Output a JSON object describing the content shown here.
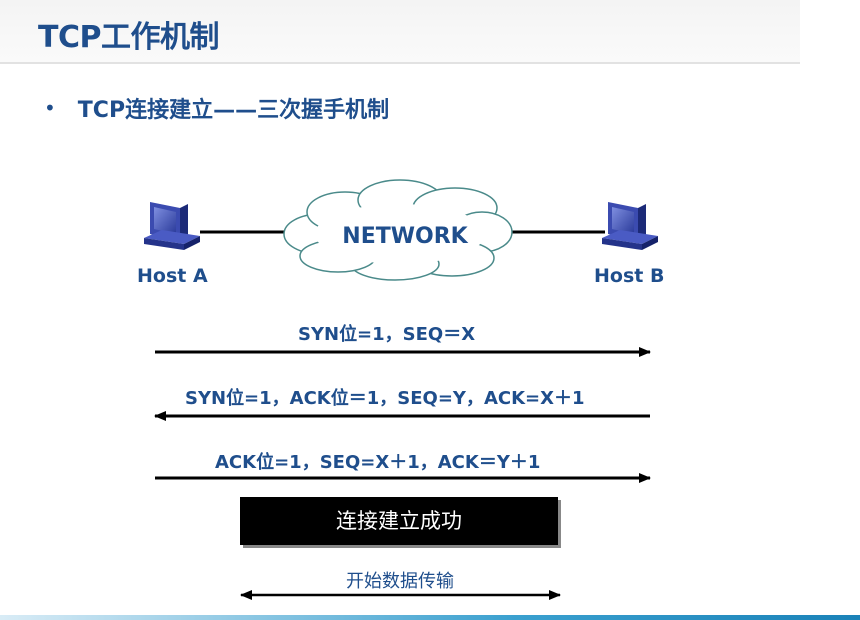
{
  "slide": {
    "title": "TCP工作机制"
  },
  "bullet": {
    "marker": "•",
    "text": "TCP连接建立——三次握手机制"
  },
  "network": {
    "host_a": "Host A",
    "host_b": "Host B",
    "cloud": "NETWORK",
    "icons": {
      "host_a": "computer-icon",
      "host_b": "computer-icon",
      "cloud": "cloud-icon"
    }
  },
  "handshake": {
    "step1": "SYN位=1，SEQ＝X",
    "step2": "SYN位=1，ACK位＝1，SEQ=Y，ACK=X＋1",
    "step3": "ACK位=1，SEQ=X＋1，ACK＝Y＋1"
  },
  "result": {
    "established": "连接建立成功",
    "transfer": "开始数据传输"
  },
  "colors": {
    "text": "#1f4e8c",
    "arrow": "#000000",
    "box": "#000000",
    "box_text": "#ffffff"
  }
}
